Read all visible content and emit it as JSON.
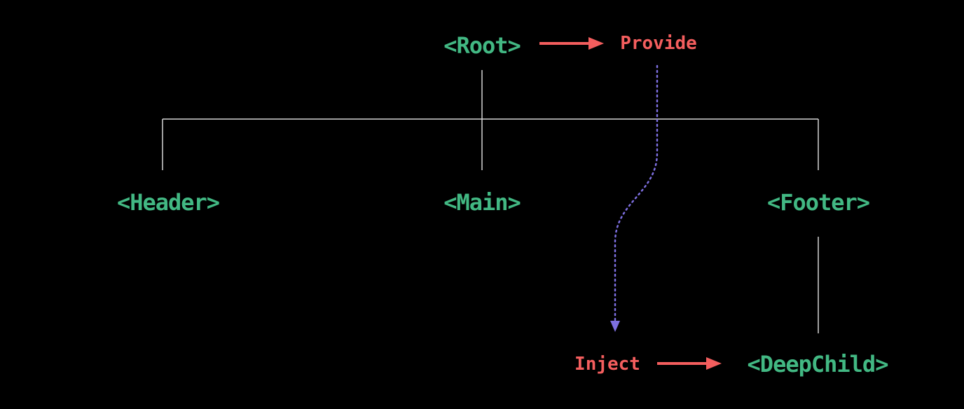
{
  "diagram": {
    "title": "component-tree-provide-inject",
    "nodes": {
      "root": "<Root>",
      "header": "<Header>",
      "main": "<Main>",
      "footer": "<Footer>",
      "deepchild": "<DeepChild>"
    },
    "labels": {
      "provide": "Provide",
      "inject": "Inject"
    },
    "edges": [
      {
        "from": "root",
        "to": "header",
        "style": "solid-tree-line"
      },
      {
        "from": "root",
        "to": "main",
        "style": "solid-tree-line"
      },
      {
        "from": "root",
        "to": "footer",
        "style": "solid-tree-line"
      },
      {
        "from": "footer",
        "to": "deepchild",
        "style": "solid-tree-line"
      },
      {
        "from": "root",
        "to": "provide",
        "style": "red-arrow"
      },
      {
        "from": "provide",
        "to": "inject",
        "style": "purple-dotted-arrow"
      },
      {
        "from": "inject",
        "to": "deepchild",
        "style": "red-arrow"
      }
    ],
    "colors": {
      "background": "#000000",
      "component_green": "#42b883",
      "accent_red": "#f45e5e",
      "inject_purple": "#7d6fe0",
      "tree_line_gray": "#d4d4d4"
    }
  }
}
